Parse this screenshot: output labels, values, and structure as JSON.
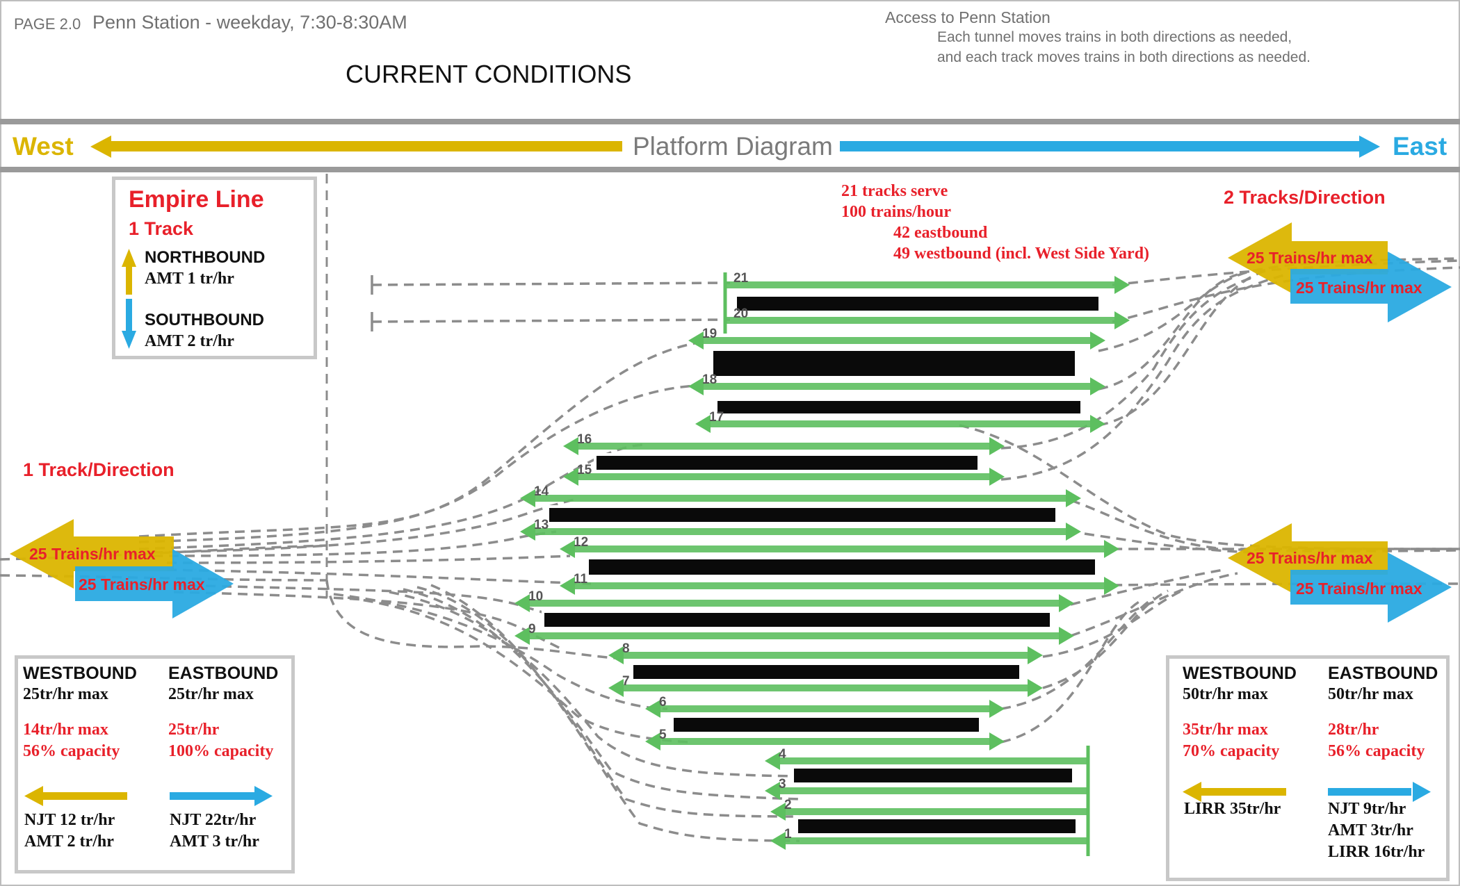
{
  "header": {
    "page_label": "PAGE 2.0",
    "subtitle": "Penn Station - weekday, 7:30-8:30AM",
    "title": "CURRENT CONDITIONS",
    "access_title": "Access to Penn Station",
    "access_note_1": "Each tunnel moves trains in both directions as needed,",
    "access_note_2": "and each track moves trains in both directions as needed."
  },
  "banner": {
    "west": "West",
    "center": "Platform Diagram",
    "east": "East",
    "west_color": "#dbb500",
    "east_color": "#2aaae2"
  },
  "empire": {
    "title": "Empire Line",
    "tracks": "1 Track",
    "north_label": "NORTHBOUND",
    "north_value": "AMT 1 tr/hr",
    "south_label": "SOUTHBOUND",
    "south_value": "AMT 2 tr/hr"
  },
  "summary": {
    "tracks_serve": "21 tracks serve",
    "trains_hour": "100 trains/hour",
    "eastbound": "42 eastbound",
    "westbound": "49 westbound (incl. West Side Yard)"
  },
  "west_side": {
    "direction_label": "1 Track/Direction",
    "west_capacity": "25 Trains/hr max",
    "east_capacity": "25 Trains/hr max"
  },
  "east_side": {
    "direction_label": "2 Tracks/Direction",
    "upper_west_capacity": "25 Trains/hr max",
    "upper_east_capacity": "25 Trains/hr max",
    "lower_west_capacity": "25 Trains/hr max",
    "lower_east_capacity": "25 Trains/hr max"
  },
  "left_table": {
    "wb_head": "WESTBOUND",
    "eb_head": "EASTBOUND",
    "wb_max": "25tr/hr max",
    "eb_max": "25tr/hr max",
    "wb_actual": "14tr/hr max",
    "eb_actual": "25tr/hr",
    "wb_pct": "56% capacity",
    "eb_pct": "100% capacity",
    "wb_line1": "NJT 12 tr/hr",
    "wb_line2": "AMT 2 tr/hr",
    "eb_line1": "NJT 22tr/hr",
    "eb_line2": "AMT 3 tr/hr"
  },
  "right_table": {
    "wb_head": "WESTBOUND",
    "eb_head": "EASTBOUND",
    "wb_max": "50tr/hr max",
    "eb_max": "50tr/hr max",
    "wb_actual": "35tr/hr max",
    "eb_actual": "28tr/hr",
    "wb_pct": "70% capacity",
    "eb_pct": "56% capacity",
    "wb_line1": "LIRR 35tr/hr",
    "eb_line1": "NJT 9tr/hr",
    "eb_line2": "AMT 3tr/hr",
    "eb_line3": "LIRR 16tr/hr"
  },
  "tracks": {
    "t1": "1",
    "t2": "2",
    "t3": "3",
    "t4": "4",
    "t5": "5",
    "t6": "6",
    "t7": "7",
    "t8": "8",
    "t9": "9",
    "t10": "10",
    "t11": "11",
    "t12": "12",
    "t13": "13",
    "t14": "14",
    "t15": "15",
    "t16": "16",
    "t17": "17",
    "t18": "18",
    "t19": "19",
    "t20": "20",
    "t21": "21"
  },
  "colors": {
    "track_green": "#5dbf5f",
    "platform_black": "#0a0a0a",
    "alert_red": "#e8202a",
    "dash_gray": "#8c8c8c"
  }
}
